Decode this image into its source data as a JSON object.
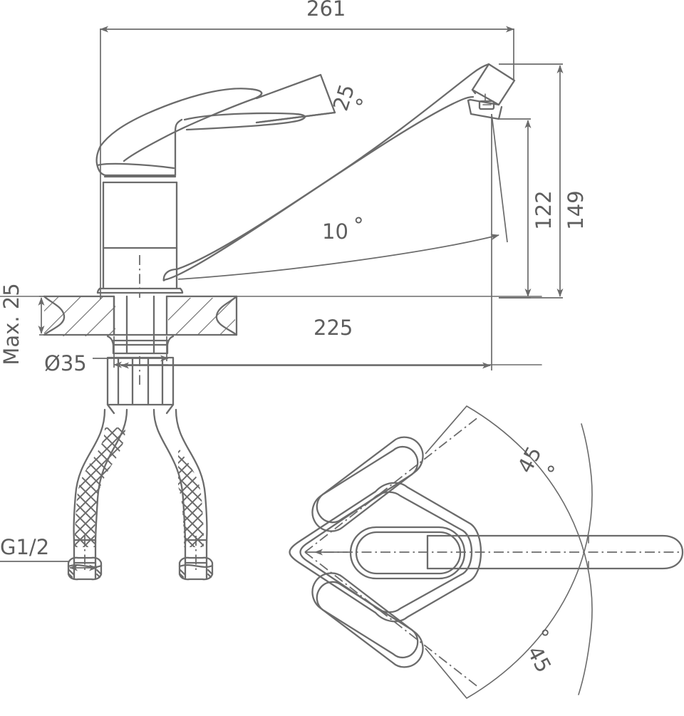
{
  "drawing": {
    "title": "Single-lever sink mixer tap — dimensioned technical drawing",
    "units": "mm",
    "line_color": "#6b6b6b",
    "text_color": "#5e5e5e",
    "background": "#ffffff"
  },
  "views": {
    "elevation": {
      "name": "side-elevation-view"
    },
    "plan": {
      "name": "plan-view-swivel-range"
    }
  },
  "dimensions": {
    "overall_length": "261",
    "projection": "225",
    "spout_height": "149",
    "aerator_height": "122",
    "deck_thickness": "Max. 25",
    "hole_diameter": "Ø35",
    "connection_thread": "G1/2"
  },
  "angles": {
    "spout_tip": "25",
    "spout_rise": "10",
    "swivel_upper": "45",
    "swivel_lower": "45",
    "degree_symbol": "°"
  },
  "labels": {
    "len_261": "261",
    "len_225": "225",
    "h_149": "149",
    "h_122": "122",
    "max25": "Max. 25",
    "d35": "Ø35",
    "g12": "G1/2",
    "a25": "25",
    "a10": "10",
    "a45_top": "45",
    "a45_bottom": "45"
  }
}
